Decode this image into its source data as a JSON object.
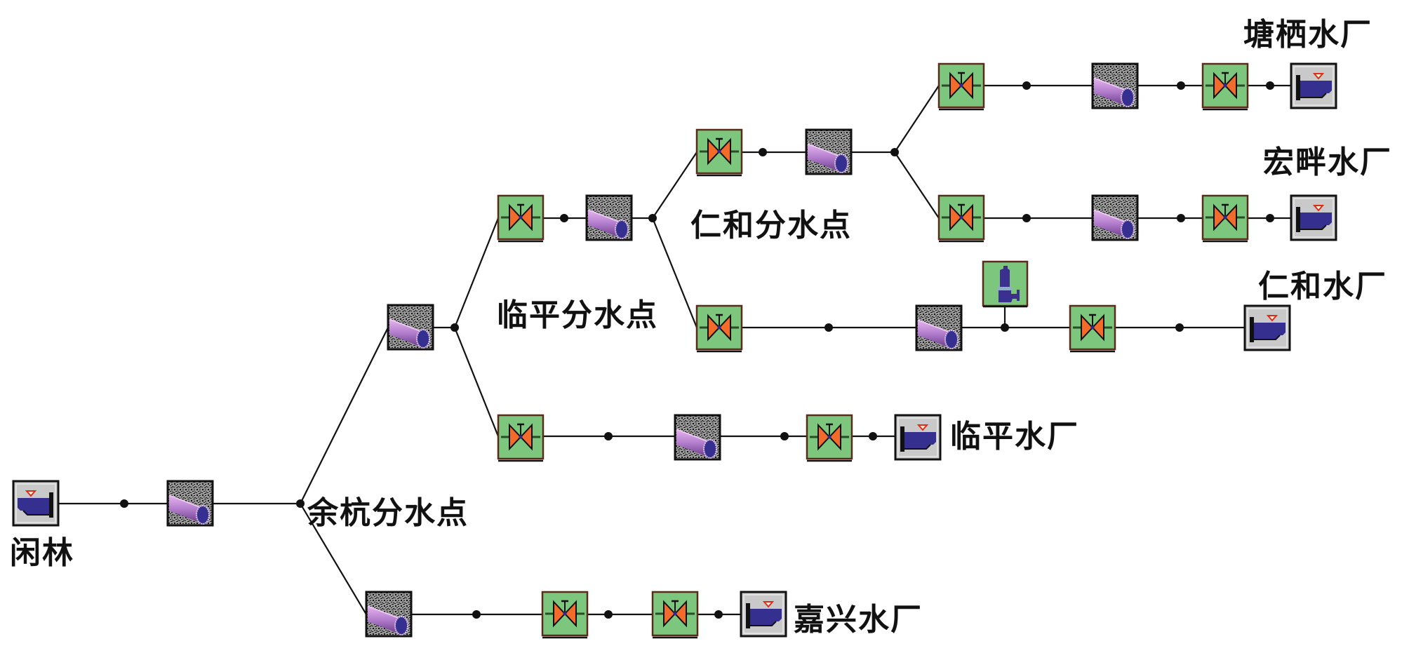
{
  "title": "Water transmission network schematic",
  "colors": {
    "line": "#111111",
    "valve_bg": "#7cc67e",
    "valve_border": "#5a2a1a",
    "valve_body": "#f26b2b",
    "tank_bg": "#c9c9c9",
    "water": "#35308f",
    "pipe_bg": "#8a8a8a",
    "pipe_body": "#b87bd0",
    "relief_body": "#3b2f8f"
  },
  "labels": {
    "xianlin": "闲林",
    "yuhang": "余杭分水点",
    "linping_junction": "临平分水点",
    "renhe_junction": "仁和分水点",
    "tangqi": "塘栖水厂",
    "hongpan": "宏畔水厂",
    "renhe_plant": "仁和水厂",
    "linping_plant": "临平水厂",
    "jiaxing": "嘉兴水厂"
  },
  "nodes": [
    {
      "id": "xianlin-tank",
      "type": "tank",
      "name": "闲林",
      "flip": true
    },
    {
      "id": "trunk-pipe",
      "type": "pipe"
    },
    {
      "id": "yh-up-pipe",
      "type": "pipe"
    },
    {
      "id": "lp-up-valve",
      "type": "valve"
    },
    {
      "id": "lp-up-pipe",
      "type": "pipe"
    },
    {
      "id": "rh-up-valve",
      "type": "valve"
    },
    {
      "id": "rh-up-pipe",
      "type": "pipe"
    },
    {
      "id": "tq-valve1",
      "type": "valve"
    },
    {
      "id": "tq-pipe",
      "type": "pipe"
    },
    {
      "id": "tq-valve2",
      "type": "valve"
    },
    {
      "id": "tq-tank",
      "type": "tank",
      "name": "塘栖水厂"
    },
    {
      "id": "hp-valve1",
      "type": "valve"
    },
    {
      "id": "hp-pipe",
      "type": "pipe"
    },
    {
      "id": "hp-valve2",
      "type": "valve"
    },
    {
      "id": "hp-tank",
      "type": "tank",
      "name": "宏畔水厂"
    },
    {
      "id": "rhp-valve1",
      "type": "valve"
    },
    {
      "id": "rhp-pipe",
      "type": "pipe"
    },
    {
      "id": "rhp-relief",
      "type": "relief"
    },
    {
      "id": "rhp-valve2",
      "type": "valve"
    },
    {
      "id": "rhp-tank",
      "type": "tank",
      "name": "仁和水厂"
    },
    {
      "id": "lpp-valve1",
      "type": "valve"
    },
    {
      "id": "lpp-pipe",
      "type": "pipe"
    },
    {
      "id": "lpp-valve2",
      "type": "valve"
    },
    {
      "id": "lpp-tank",
      "type": "tank",
      "name": "临平水厂"
    },
    {
      "id": "jx-pipe",
      "type": "pipe"
    },
    {
      "id": "jx-valve1",
      "type": "valve"
    },
    {
      "id": "jx-valve2",
      "type": "valve"
    },
    {
      "id": "jx-tank",
      "type": "tank",
      "name": "嘉兴水厂"
    }
  ]
}
